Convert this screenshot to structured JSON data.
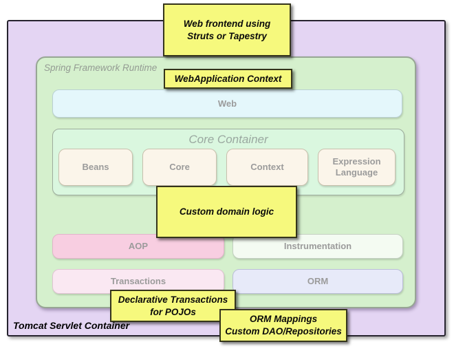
{
  "tomcat": {
    "label": "Tomcat Servlet Container",
    "fill": "#E4D5F3"
  },
  "spring": {
    "label": "Spring Framework Runtime",
    "fill": "#D5F0CD",
    "web": {
      "label": "Web",
      "fill": "#E4F7FB"
    },
    "core_container": {
      "title": "Core Container",
      "fill": "#DAF7DF",
      "modules": [
        {
          "label": "Beans",
          "fill": "#FBF5EA"
        },
        {
          "label": "Core",
          "fill": "#FBF5EA"
        },
        {
          "label": "Context",
          "fill": "#FBF5EA"
        },
        {
          "label": "Expression Language",
          "fill": "#FBF5EA"
        }
      ]
    },
    "modules": [
      {
        "label": "AOP",
        "fill": "#F8CEE1"
      },
      {
        "label": "Instrumentation",
        "fill": "#F4FBF2"
      },
      {
        "label": "Transactions",
        "fill": "#FAE8F2"
      },
      {
        "label": "ORM",
        "fill": "#E7EAF9"
      }
    ]
  },
  "callouts": [
    {
      "id": "web-frontend",
      "lines": [
        "Web frontend  using",
        "Struts or Tapestry"
      ]
    },
    {
      "id": "webapplication-context",
      "lines": [
        "WebApplication Context"
      ]
    },
    {
      "id": "custom-domain-logic",
      "lines": [
        "Custom domain logic"
      ]
    },
    {
      "id": "declarative-transactions",
      "lines": [
        "Declarative Transactions",
        "for POJOs"
      ]
    },
    {
      "id": "orm-mappings",
      "lines": [
        "ORM Mappings",
        "Custom DAO/Repositories"
      ]
    }
  ],
  "colors": {
    "callout_fill": "#F6F97D",
    "callout_border": "#34341B",
    "outer_border": "#26232E",
    "module_label_gray": "#9B9B9B"
  }
}
